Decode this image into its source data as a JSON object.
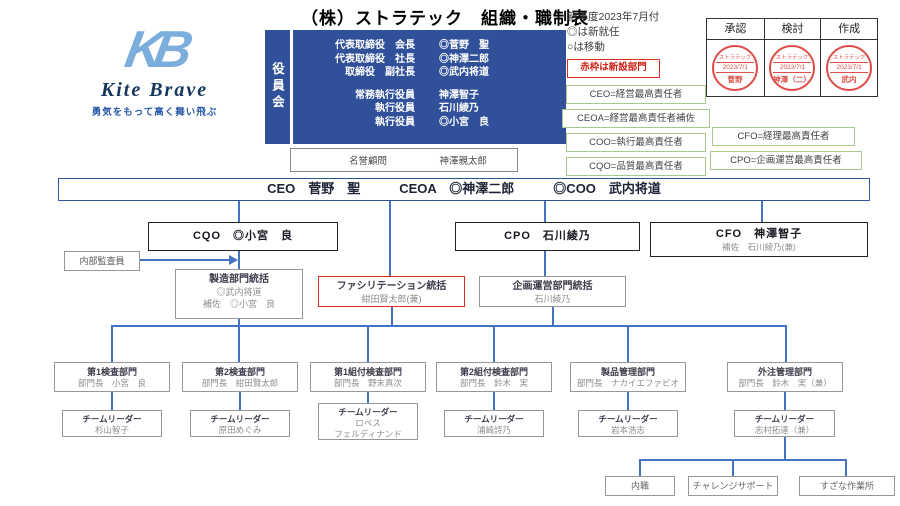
{
  "title": "（株）ストラテック　組織・職制表",
  "logo": {
    "mark": "KB",
    "name": "Kite Brave",
    "tagline": "勇気をもって高く舞い飛ぶ"
  },
  "board": {
    "label": "役員会",
    "members": [
      {
        "role": "代表取締役　会長",
        "name": "◎菅野　聖"
      },
      {
        "role": "代表取締役　社長",
        "name": "◎神澤二郎"
      },
      {
        "role": "取締役　副社長",
        "name": "◎武内将道"
      },
      {
        "role": "常務執行役員",
        "name": "神澤智子"
      },
      {
        "role": "執行役員",
        "name": "石川綾乃"
      },
      {
        "role": "執行役員",
        "name": "◎小宮　良"
      }
    ],
    "advisor_role": "名誉顧問",
    "advisor_name": "神澤親太郎"
  },
  "notes": {
    "date_note": "新年度2023年7月付",
    "new_note": "◎は新就任",
    "move_note": "○は移動",
    "red_note": "赤枠は新設部門"
  },
  "legend": {
    "ceo": "CEO=経営最高責任者",
    "ceoa": "CEOA=経営最高責任者補佐",
    "coo": "COO=執行最高責任者",
    "cqo": "CQO=品質最高責任者",
    "cfo": "CFO=経理最高責任者",
    "cpo": "CPO=企画運営最高責任者"
  },
  "approval": {
    "headers": [
      "承認",
      "検討",
      "作成"
    ],
    "stamps": [
      {
        "company": "ストラテック",
        "date": "2023/7/1",
        "name": "菅野"
      },
      {
        "company": "ストラテック",
        "date": "2023/7/1",
        "name": "神澤（二）"
      },
      {
        "company": "ストラテック",
        "date": "2023/7/1",
        "name": "武内"
      }
    ]
  },
  "org": {
    "ceo_bar": "CEO　菅野　聖　　　CEOA　◎神澤二郎　　　◎COO　武内将道",
    "cqo_box": "CQO　◎小宮　良",
    "cpo_box": "CPO　石川綾乃",
    "cfo_box": "CFO　神澤智子",
    "cfo_assistant": "補佐　石川綾乃(兼)",
    "internal_auditor": "内部監査員",
    "divisions": [
      {
        "title": "製造部門統括",
        "line2": "◎武内将道",
        "line3": "補佐　◎小宮　良"
      },
      {
        "title": "ファシリテーション統括",
        "line2": "紺田賢太郎(兼)"
      },
      {
        "title": "企画運営部門統括",
        "line2": "石川綾乃"
      }
    ],
    "departments": [
      {
        "title": "第1検査部門",
        "manager": "部門長　小宮　良",
        "leader_title": "チームリーダー",
        "leader": "杉山智子"
      },
      {
        "title": "第2検査部門",
        "manager": "部門長　紺田賢太郎",
        "leader_title": "チームリーダー",
        "leader": "原田めぐみ"
      },
      {
        "title": "第1組付検査部門",
        "manager": "部門長　野末真次",
        "leader_title": "チームリーダー",
        "leader": "ロペス",
        "leader2": "フェルディナンド"
      },
      {
        "title": "第2組付検査部門",
        "manager": "部門長　鈴木　実",
        "leader_title": "チームリーダー",
        "leader": "浦崎詩乃"
      },
      {
        "title": "製品管理部門",
        "manager": "部門長　ナカイエファビオ",
        "leader_title": "チームリーダー",
        "leader": "岩本浩志"
      },
      {
        "title": "外注管理部門",
        "manager": "部門長　鈴木　実（兼）",
        "leader_title": "チームリーダー",
        "leader": "志村拓達（兼）"
      }
    ],
    "outsourcing_sites": [
      "内職",
      "チャレンジサポート",
      "すざな作業所"
    ]
  },
  "colors": {
    "board_blue": "#30509A",
    "connector_blue": "#4472C4",
    "stamp_red": "#DD5049",
    "new_dept_red": "#E02B20",
    "legend_green": "#A9C98F"
  }
}
